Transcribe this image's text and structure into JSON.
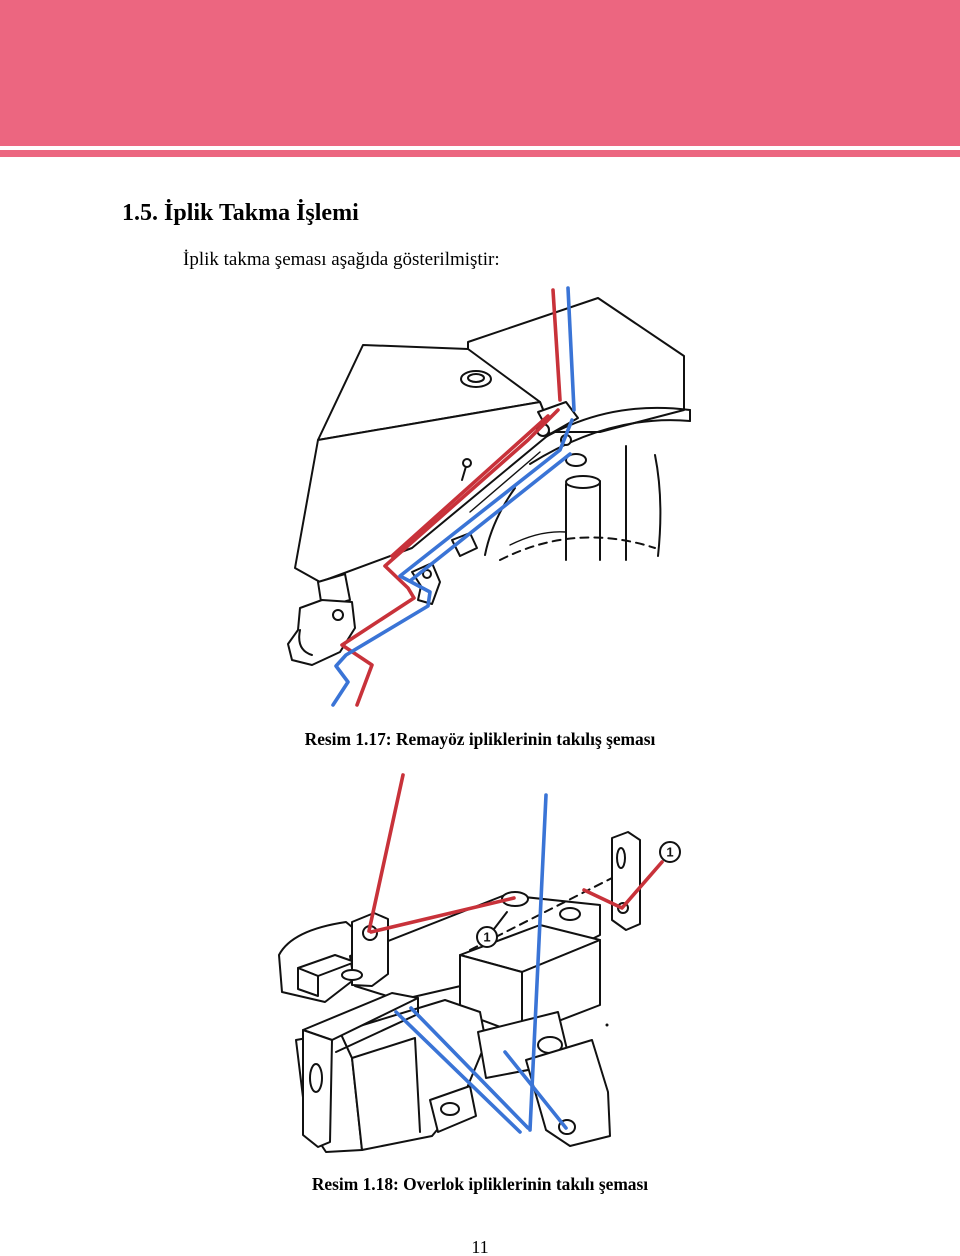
{
  "colors": {
    "header_band": "#EC6680",
    "thread_red": "#C8323A",
    "thread_blue": "#3A74D6"
  },
  "section": {
    "title": "1.5. İplik Takma İşlemi",
    "intro": "İplik takma şeması aşağıda gösterilmiştir:"
  },
  "figures": [
    {
      "caption": "Resim 1.17: Remayöz ipliklerinin takılış şeması"
    },
    {
      "caption": "Resim 1.18: Overlok ipliklerinin takılı şeması",
      "markers": [
        "1",
        "1"
      ]
    }
  ],
  "page_number": "11"
}
